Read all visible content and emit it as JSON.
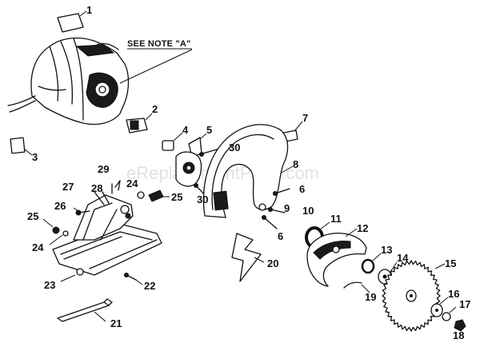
{
  "note_label": "SEE NOTE \"A\"",
  "watermark": "eReplacementParts.com",
  "callouts": [
    "1",
    "2",
    "3",
    "4",
    "5",
    "30",
    "7",
    "8",
    "6",
    "9",
    "10",
    "6",
    "11",
    "12",
    "13",
    "14",
    "15",
    "16",
    "17",
    "18",
    "19",
    "20",
    "21",
    "22",
    "23",
    "24",
    "25",
    "26",
    "27",
    "28",
    "29",
    "24",
    "25",
    "30"
  ]
}
